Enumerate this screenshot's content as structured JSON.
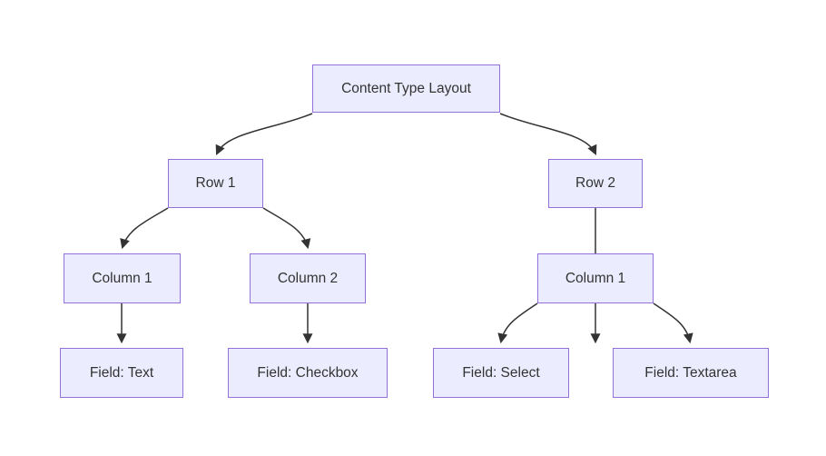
{
  "diagram": {
    "kind": "flowchart",
    "direction": "top-down",
    "title_node": "Content Type Layout",
    "colors": {
      "node_fill": "#ECECFF",
      "node_border": "#9370DB",
      "edge": "#333333",
      "text": "#333333",
      "background": "#FFFFFF"
    },
    "nodes": [
      {
        "id": "layout",
        "label": "Content Type Layout"
      },
      {
        "id": "row1",
        "label": "Row 1"
      },
      {
        "id": "row2",
        "label": "Row 2"
      },
      {
        "id": "row1col1",
        "label": "Column 1"
      },
      {
        "id": "row1col2",
        "label": "Column 2"
      },
      {
        "id": "row2col1",
        "label": "Column 1"
      },
      {
        "id": "field_text",
        "label": "Field: Text"
      },
      {
        "id": "field_checkbox",
        "label": "Field: Checkbox"
      },
      {
        "id": "field_select",
        "label": "Field: Select"
      },
      {
        "id": "field_textarea",
        "label": "Field: Textarea"
      }
    ],
    "edges": [
      {
        "from": "layout",
        "to": "row1"
      },
      {
        "from": "layout",
        "to": "row2"
      },
      {
        "from": "row1",
        "to": "row1col1"
      },
      {
        "from": "row1",
        "to": "row1col2"
      },
      {
        "from": "row2",
        "to": "row2col1"
      },
      {
        "from": "row1col1",
        "to": "field_text"
      },
      {
        "from": "row1col2",
        "to": "field_checkbox"
      },
      {
        "from": "row2col1",
        "to": "field_select"
      },
      {
        "from": "row2col1",
        "to": "field_textarea"
      }
    ]
  }
}
